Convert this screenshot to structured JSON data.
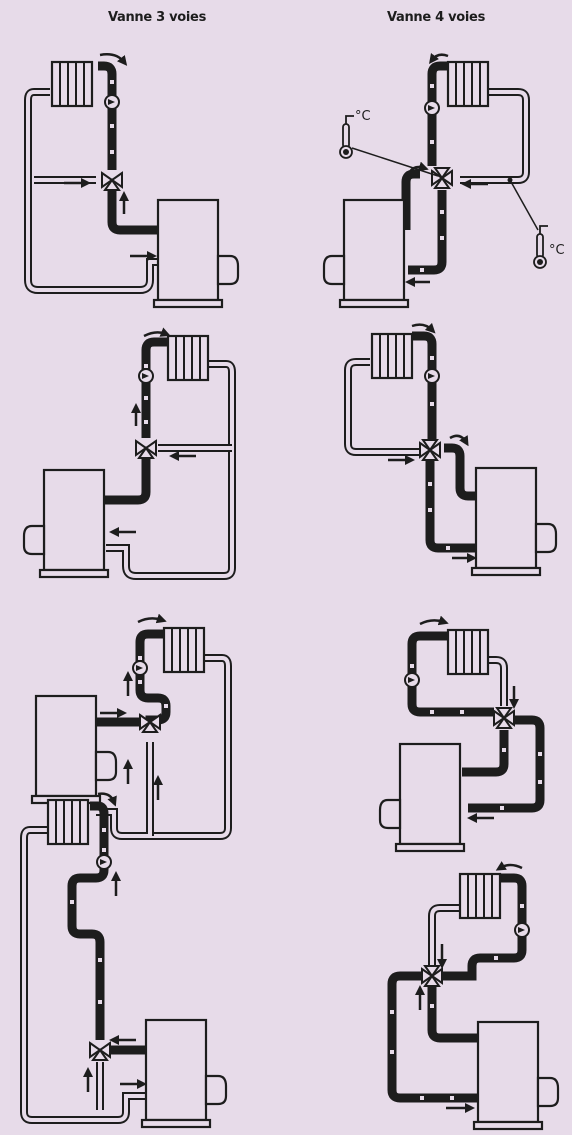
{
  "columns": {
    "left_title": "Vanne 3 voies",
    "right_title": "Vanne 4 voies"
  },
  "labels": {
    "temperature_unit": "°C"
  },
  "colors": {
    "background": "#e7dbe9",
    "ink": "#1d1d1d",
    "pipe_fill": "#e7dbe9"
  },
  "icons": [
    "radiator-icon",
    "pump-icon",
    "mixing-valve-icon",
    "boiler-icon",
    "flow-arrow-icon",
    "thermometer-icon"
  ]
}
